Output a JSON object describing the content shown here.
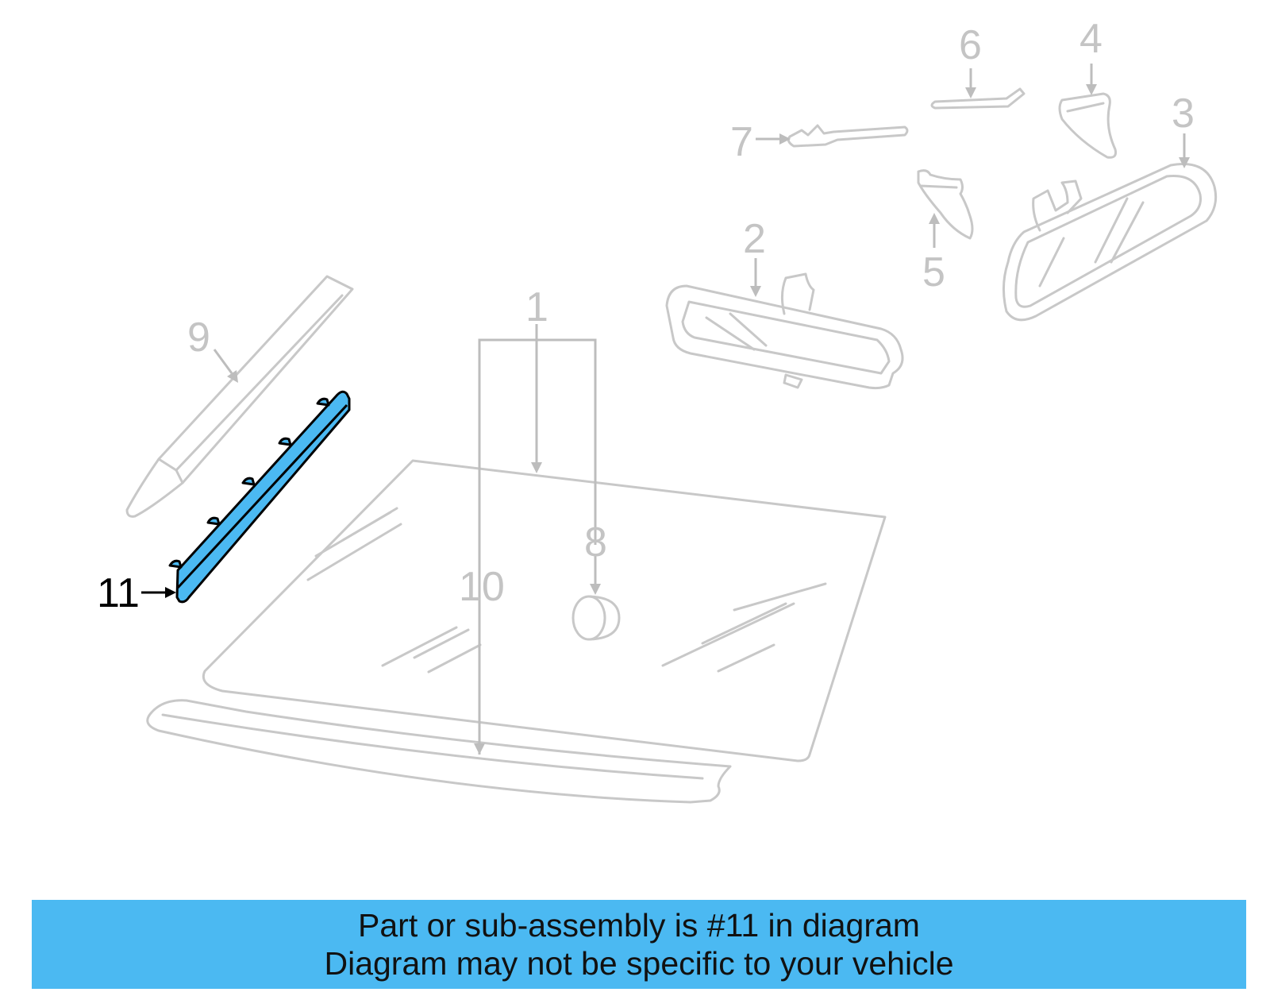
{
  "colors": {
    "highlight_part": "#4bb9f2",
    "banner_background": "#4bb9f2",
    "part_outline": "#c8c8c8",
    "callout_text": "#c4c4c4",
    "highlight_text": "#000000"
  },
  "callouts": {
    "c1": "1",
    "c2": "2",
    "c3": "3",
    "c4": "4",
    "c5": "5",
    "c6": "6",
    "c7": "7",
    "c8": "8",
    "c9": "9",
    "c10": "10",
    "c11": "11"
  },
  "highlighted_callout": "11",
  "banner": {
    "line1": "Part or sub-assembly is #11 in diagram",
    "line2": "Diagram may not be specific to your vehicle"
  }
}
